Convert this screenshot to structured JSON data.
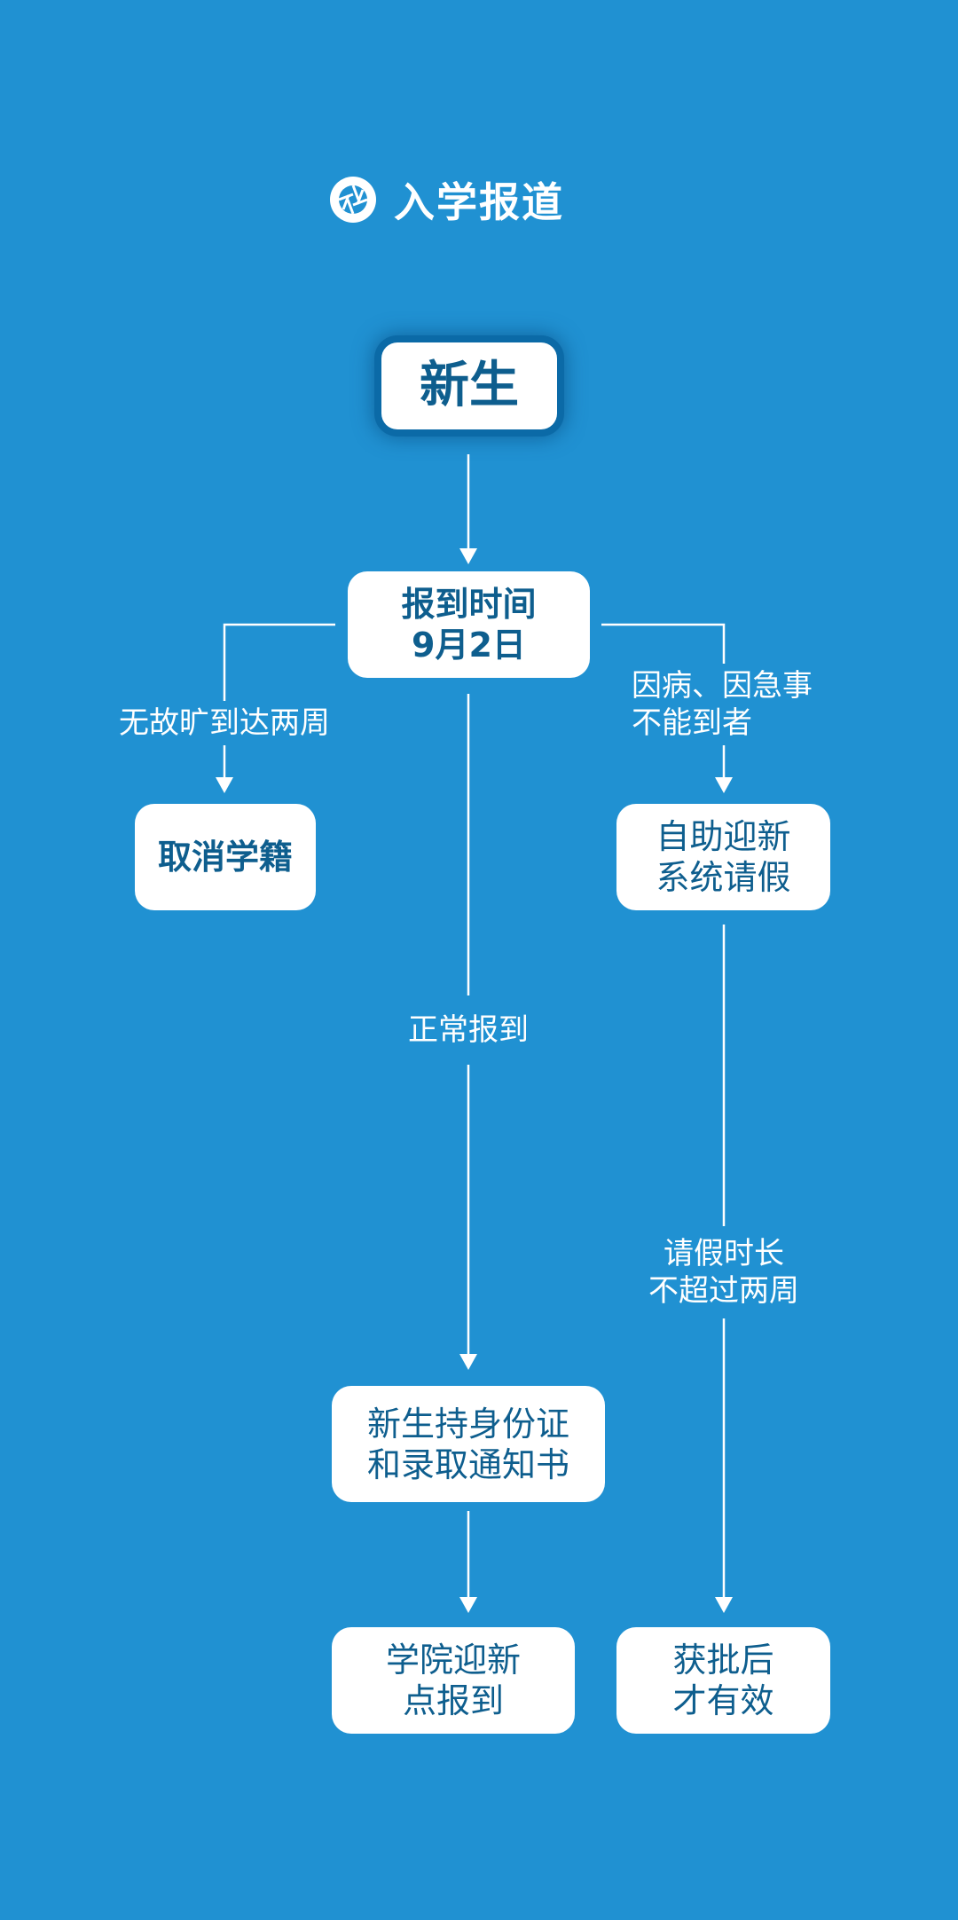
{
  "header": {
    "title": "入学报道",
    "icon": "shutter-icon"
  },
  "nodes": {
    "start": "新生",
    "report_time": "报到时间\n9月2日",
    "cancel": "取消学籍",
    "leave_request": "自助迎新\n系统请假",
    "documents": "新生持身份证\n和录取通知书",
    "college_point": "学院迎新\n点报到",
    "approved": "获批后\n才有效"
  },
  "edge_labels": {
    "absent": "无故旷到达两周",
    "illness": "因病、因急事\n不能到者",
    "normal": "正常报到",
    "leave_limit": "请假时长\n不超过两周"
  },
  "colors": {
    "background": "#2091d2",
    "box_text": "#0e5e8e",
    "line": "#ffffff"
  }
}
